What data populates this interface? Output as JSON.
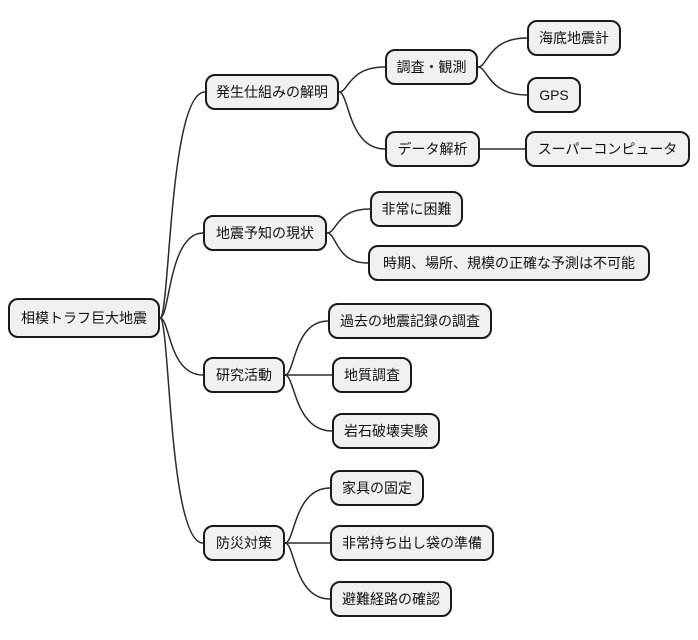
{
  "diagram": {
    "type": "mindmap",
    "colors": {
      "background": "#ffffff",
      "node_fill": "#f0f0f0",
      "node_border": "#1a1a1a",
      "link": "#2b2b2b",
      "text": "#111111"
    },
    "nodes": [
      {
        "id": "root",
        "parent": null,
        "label": "相模トラフ巨大地震"
      },
      {
        "id": "b1",
        "parent": "root",
        "label": "発生仕組みの解明"
      },
      {
        "id": "c11",
        "parent": "b1",
        "label": "調査・観測"
      },
      {
        "id": "d111",
        "parent": "c11",
        "label": "海底地震計"
      },
      {
        "id": "d112",
        "parent": "c11",
        "label": "GPS"
      },
      {
        "id": "c12",
        "parent": "b1",
        "label": "データ解析"
      },
      {
        "id": "d121",
        "parent": "c12",
        "label": "スーパーコンピュータ"
      },
      {
        "id": "b2",
        "parent": "root",
        "label": "地震予知の現状"
      },
      {
        "id": "c21",
        "parent": "b2",
        "label": "非常に困難"
      },
      {
        "id": "c22",
        "parent": "b2",
        "label": "時期、場所、規模の正確な予測は不可能"
      },
      {
        "id": "b3",
        "parent": "root",
        "label": "研究活動"
      },
      {
        "id": "c31",
        "parent": "b3",
        "label": "過去の地震記録の調査"
      },
      {
        "id": "c32",
        "parent": "b3",
        "label": "地質調査"
      },
      {
        "id": "c33",
        "parent": "b3",
        "label": "岩石破壊実験"
      },
      {
        "id": "b4",
        "parent": "root",
        "label": "防災対策"
      },
      {
        "id": "c41",
        "parent": "b4",
        "label": "家具の固定"
      },
      {
        "id": "c42",
        "parent": "b4",
        "label": "非常持ち出し袋の準備"
      },
      {
        "id": "c43",
        "parent": "b4",
        "label": "避難経路の確認"
      }
    ]
  }
}
